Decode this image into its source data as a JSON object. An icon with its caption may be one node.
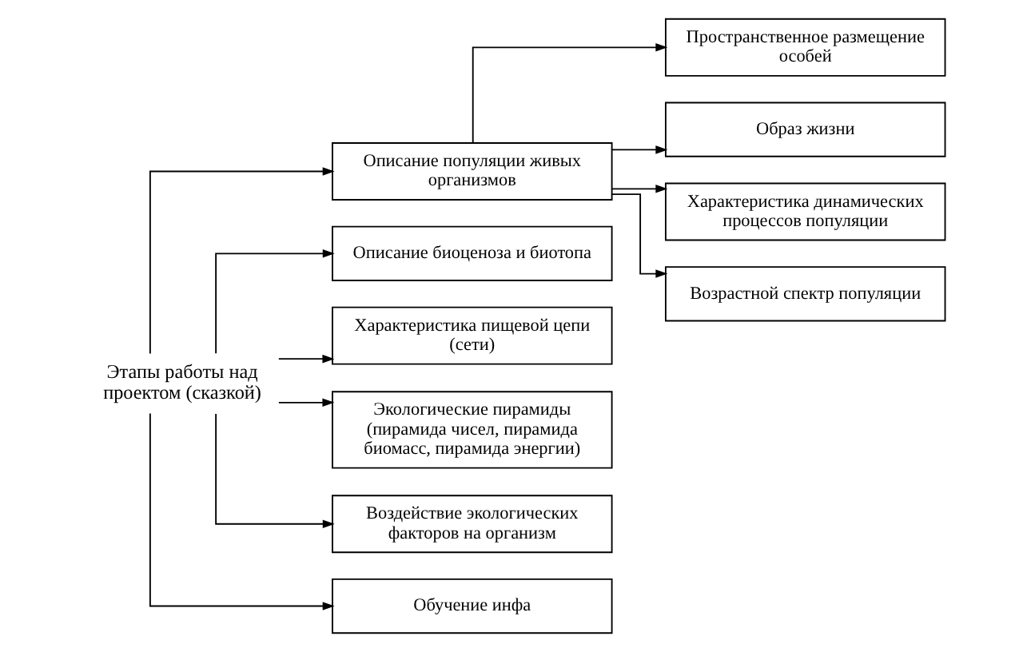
{
  "diagram": {
    "nodes": [
      {
        "text": [
          "Этапы работы над проектом (сказкой)"
        ]
      },
      {
        "text": [
          "Описание популяции живых организмов"
        ]
      },
      {
        "text": [
          "Описание биоценоза и биотопа"
        ]
      },
      {
        "text": [
          "Характеристика пищевой цепи (сети)"
        ]
      },
      {
        "text": [
          "Экологические пирамиды (пирамида чисел, пирамида биомасс, пирамида энергии)"
        ]
      },
      {
        "text": [
          "Воздействие экологических факторов на организм"
        ]
      },
      {
        "text": [
          "Обучение инфа"
        ]
      },
      {
        "text": [
          "Пространственное размещение особей"
        ]
      },
      {
        "text": [
          "Образ жизни"
        ]
      },
      {
        "text": [
          "Характеристика динамических процессов популяции"
        ]
      },
      {
        "text": [
          "Возрастной спектр популяции"
        ]
      }
    ],
    "edges": [
      {
        "from": 0,
        "to": 1,
        "arrow": "to"
      },
      {
        "from": 0,
        "to": 2,
        "arrow": "to"
      },
      {
        "from": 0,
        "to": 3,
        "arrow": "to"
      },
      {
        "from": 0,
        "to": 4,
        "arrow": "to"
      },
      {
        "from": 0,
        "to": 5,
        "arrow": "to"
      },
      {
        "from": 0,
        "to": 6,
        "arrow": "to"
      },
      {
        "from": 1,
        "to": 7,
        "arrow": "to"
      },
      {
        "from": 1,
        "to": 8,
        "arrow": "to"
      },
      {
        "from": 1,
        "to": 9,
        "arrow": "to"
      },
      {
        "from": 1,
        "to": 10,
        "arrow": "to"
      }
    ]
  }
}
